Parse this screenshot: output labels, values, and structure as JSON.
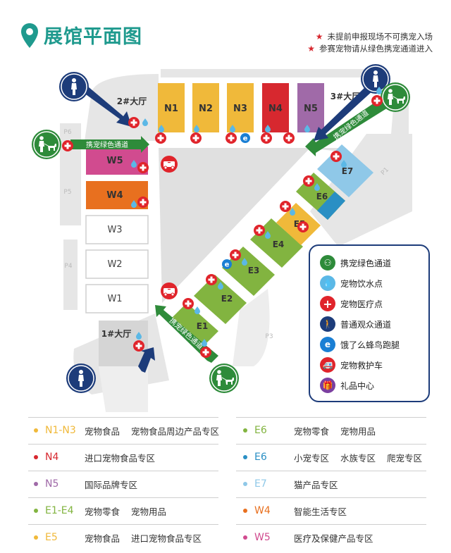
{
  "title": "展馆平面图",
  "notes": [
    "未提前申报现场不可携宠入场",
    "参赛宠物请从绿色携宠通道进入"
  ],
  "halls": {
    "hall2": "2#大厅",
    "hall3": "3#大厅",
    "hall1": "1#大厅"
  },
  "parking": {
    "p1": "P1",
    "p3": "P3",
    "p4": "P4",
    "p5": "P5",
    "p6": "P6"
  },
  "zones": {
    "N1": "N1",
    "N2": "N2",
    "N3": "N3",
    "N4": "N4",
    "N5": "N5",
    "W1": "W1",
    "W2": "W2",
    "W3": "W3",
    "W4": "W4",
    "W5": "W5",
    "E1": "E1",
    "E2": "E2",
    "E3": "E3",
    "E4": "E4",
    "E5": "E5",
    "E6": "E6",
    "E7": "E7"
  },
  "channel_label": "携宠绿色通道",
  "legend": [
    {
      "icon": "pet-green-channel-icon",
      "label": "携宠绿色通道",
      "color": "#2e8b3a"
    },
    {
      "icon": "water-point-icon",
      "label": "宠物饮水点",
      "color": "#5bb8e6"
    },
    {
      "icon": "medical-point-icon",
      "label": "宠物医疗点",
      "color": "#e0242b"
    },
    {
      "icon": "visitor-channel-icon",
      "label": "普通观众通道",
      "color": "#1d3c7a"
    },
    {
      "icon": "eleme-runner-icon",
      "label": "饿了么蜂鸟跑腿",
      "color": "#1a7fd4"
    },
    {
      "icon": "ambulance-icon",
      "label": "宠物救护车",
      "color": "#e0242b"
    },
    {
      "icon": "gift-center-icon",
      "label": "礼品中心",
      "color": "#7b3fa0"
    }
  ],
  "zone_legend_left": [
    {
      "code": "N1-N3",
      "desc": "宠物食品 宠物食品周边产品专区",
      "color": "#f0b93a"
    },
    {
      "code": "N4",
      "desc": "进口宠物食品专区",
      "color": "#d7282f"
    },
    {
      "code": "N5",
      "desc": "国际品牌专区",
      "color": "#a06aa8"
    },
    {
      "code": "E1-E4",
      "desc": "宠物零食 宠物用品",
      "color": "#82b440"
    },
    {
      "code": "E5",
      "desc": "宠物食品 进口宠物食品专区",
      "color": "#f0b93a"
    }
  ],
  "zone_legend_right": [
    {
      "code": "E6",
      "desc": "宠物零食 宠物用品",
      "color": "#82b440"
    },
    {
      "code": "E6",
      "desc": "小宠专区 水族专区 爬宠专区",
      "color": "#2a8fc4"
    },
    {
      "code": "E7",
      "desc": "猫产品专区",
      "color": "#8fc8e8"
    },
    {
      "code": "W4",
      "desc": "智能生活专区",
      "color": "#e8701f"
    },
    {
      "code": "W5",
      "desc": "医疗及保健产品专区",
      "color": "#d14b8f"
    }
  ],
  "colors": {
    "teal": "#1f9a8e",
    "green": "#2e8b3a",
    "navy": "#1d3c7a",
    "red": "#e0242b",
    "yellow": "#f0b93a",
    "n4": "#d7282f",
    "n5": "#a06aa8",
    "w4": "#e8701f",
    "w5": "#d14b8f",
    "lime": "#82b440",
    "e6blue": "#2a8fc4",
    "e7blue": "#8fc8e8"
  }
}
